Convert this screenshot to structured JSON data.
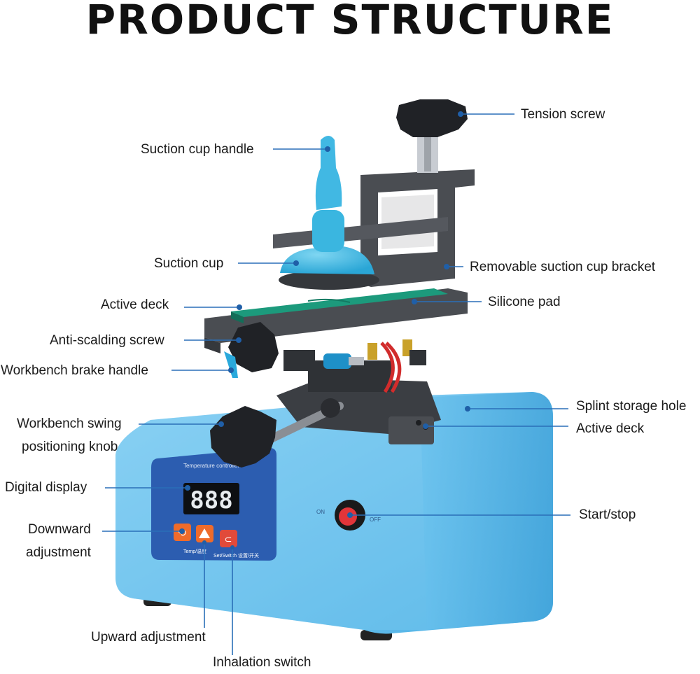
{
  "title": "PRODUCT STRUCTURE",
  "labels": {
    "tension_screw": "Tension screw",
    "suction_cup_handle": "Suction cup handle",
    "suction_cup": "Suction cup",
    "removable_bracket": "Removable suction cup bracket",
    "active_deck_top": "Active deck",
    "silicone_pad": "Silicone pad",
    "anti_scalding_screw": "Anti-scalding screw",
    "workbench_brake_handle": "Workbench brake handle",
    "splint_storage_hole": "Splint storage hole",
    "active_deck_bottom": "Active deck",
    "swing_knob_line1": "Workbench swing",
    "swing_knob_line2": "positioning knob",
    "digital_display": "Digital display",
    "downward_line1": "Downward",
    "downward_line2": "adjustment",
    "start_stop": "Start/stop",
    "upward_adjustment": "Upward adjustment",
    "inhalation_switch": "Inhalation switch"
  },
  "device": {
    "display_value": "888",
    "panel_title": "Temperature controller",
    "temp_button_label": "Temp/温度",
    "set_button_label": "Set/Switch 设置/开关",
    "on_label": "ON",
    "off_label": "OFF"
  },
  "colors": {
    "body_blue": "#6cc3ee",
    "panel_blue": "#2c5db0",
    "silicone_green": "#1c9a7c",
    "metal_gray": "#4a4d52",
    "leader_line": "#2a6fb8"
  }
}
